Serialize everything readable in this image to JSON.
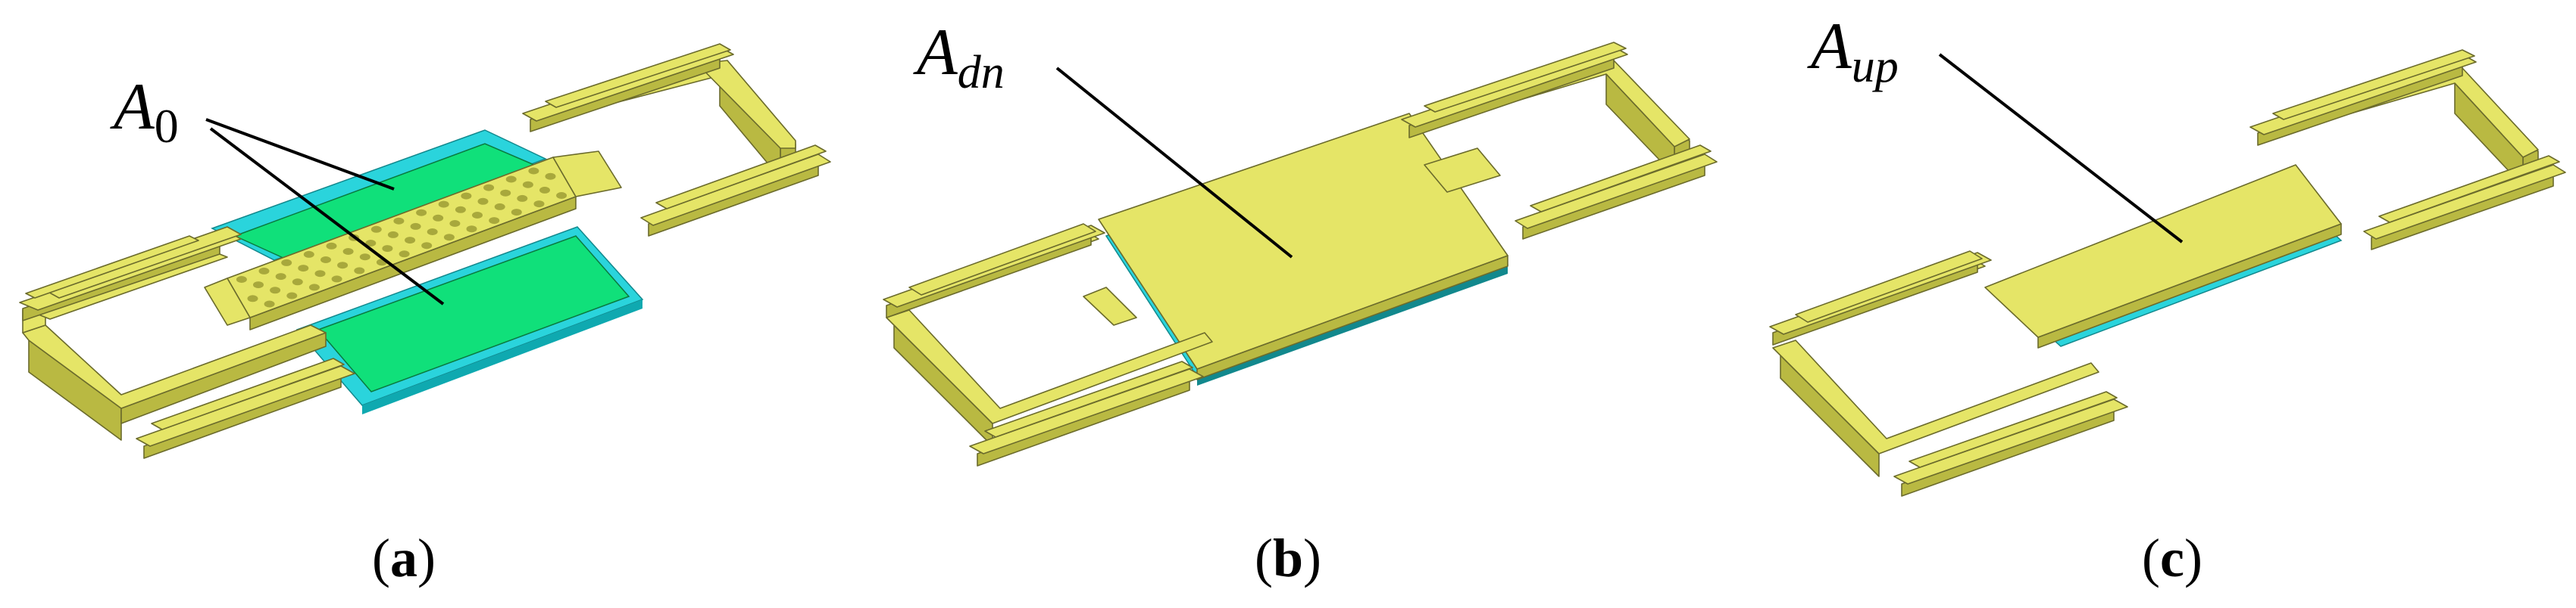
{
  "colors": {
    "structure": "#e5e567",
    "structure_shade": "#b9b942",
    "electrode_green": "#10e07a",
    "electrode_cyan": "#2ad4dc",
    "leader_line": "#000000"
  },
  "panels": [
    {
      "id": "a",
      "caption_open": "(",
      "caption_letter": "a",
      "caption_close": ")",
      "area_label": "A",
      "area_subscript": "0"
    },
    {
      "id": "b",
      "caption_open": "(",
      "caption_letter": "b",
      "caption_close": ")",
      "area_label": "A",
      "area_subscript": "dn"
    },
    {
      "id": "c",
      "caption_open": "(",
      "caption_letter": "c",
      "caption_close": ")",
      "area_label": "A",
      "area_subscript": "up"
    }
  ]
}
